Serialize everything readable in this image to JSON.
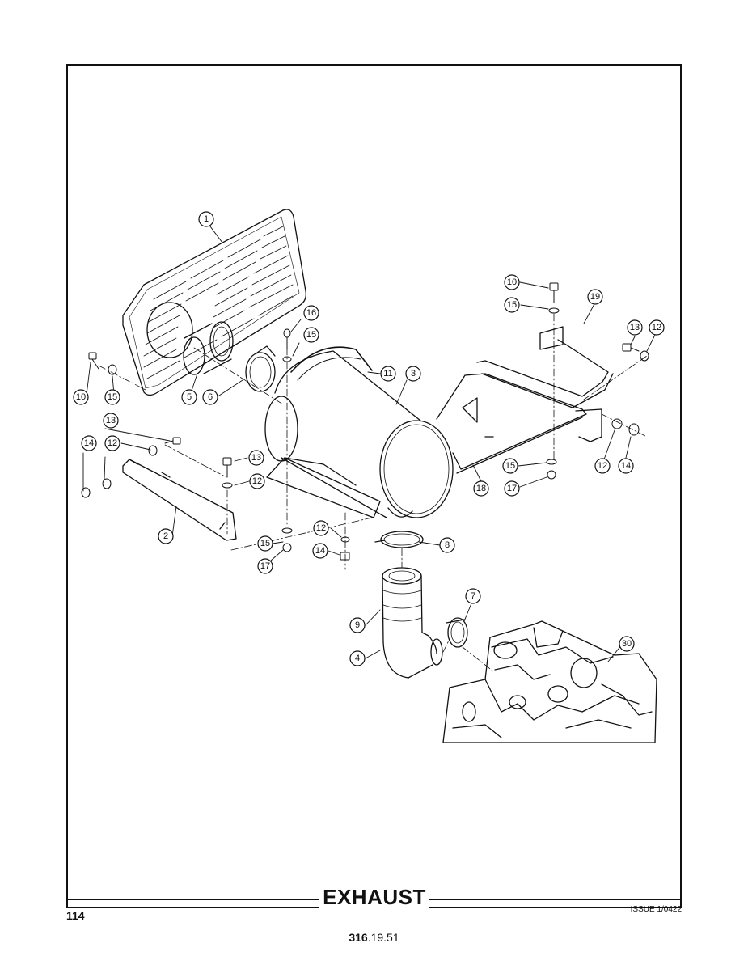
{
  "page": {
    "title": "EXHAUST",
    "page_number": "114",
    "issue": "ISSUE 1/0422",
    "doc_number_bold": "316",
    "doc_number_rest": ".19.51"
  },
  "diagram": {
    "parts": {
      "silencer_guard": "1",
      "bracket_left": "2",
      "silencer": "3",
      "elbow": "4",
      "tailpipe": "5",
      "clamp_tailpipe": "6",
      "clamp_elbow": "7",
      "clamp_inlet": "8",
      "flex_pipe": "9",
      "bolt": "10",
      "strap": "11",
      "nut": "12",
      "bolt_short": "13",
      "nut_flange": "14",
      "washer": "15",
      "bolt_long": "16",
      "nut_lock": "17",
      "mounting_frame": "18",
      "support_bracket": "19",
      "engine": "30"
    }
  }
}
